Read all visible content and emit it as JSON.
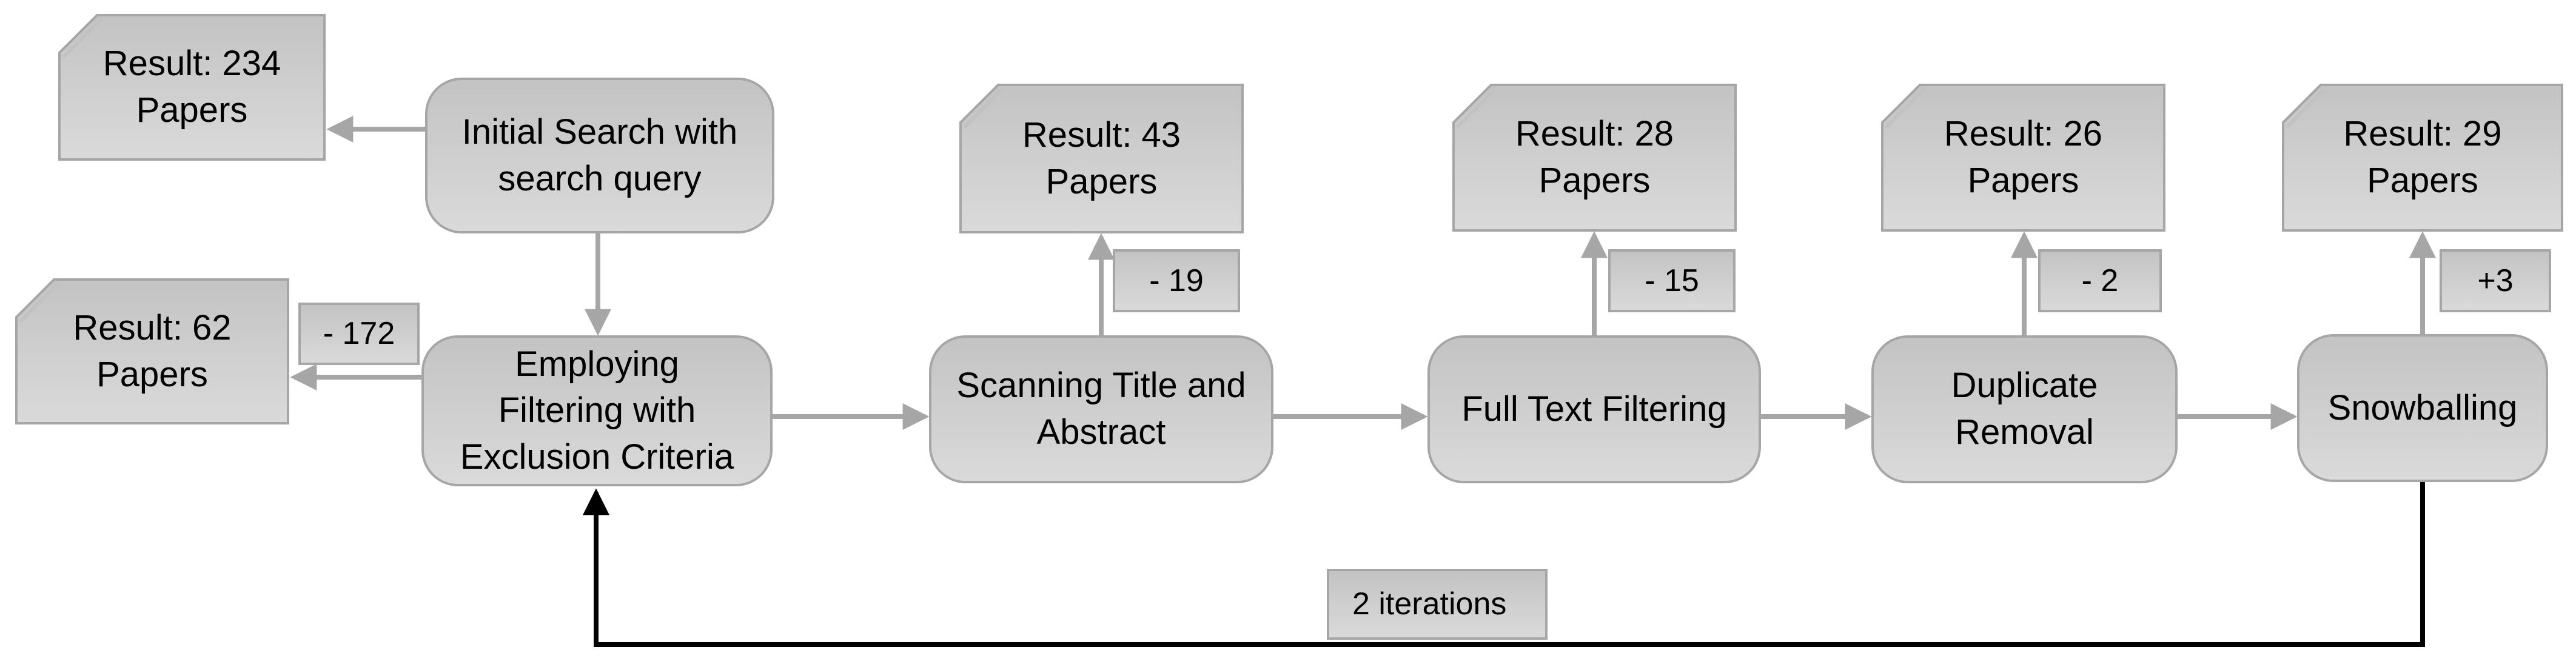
{
  "diagram": {
    "type": "flowchart",
    "nodes": {
      "result_234": {
        "label": "Result: 234\nPapers",
        "shape": "folded-note"
      },
      "initial_search": {
        "label": "Initial Search with\nsearch query",
        "shape": "rounded-rect"
      },
      "result_62": {
        "label": "Result: 62\nPapers",
        "shape": "folded-note"
      },
      "minus_172": {
        "label": "- 172",
        "shape": "rect"
      },
      "employing_filtering": {
        "label": "Employing\nFiltering with\nExclusion Criteria",
        "shape": "rounded-rect"
      },
      "result_43": {
        "label": "Result: 43\nPapers",
        "shape": "folded-note"
      },
      "minus_19": {
        "label": "- 19",
        "shape": "rect"
      },
      "scanning_title_abstract": {
        "label": "Scanning Title and\nAbstract",
        "shape": "rounded-rect"
      },
      "result_28": {
        "label": "Result: 28\nPapers",
        "shape": "folded-note"
      },
      "minus_15": {
        "label": "- 15",
        "shape": "rect"
      },
      "full_text_filtering": {
        "label": "Full Text Filtering",
        "shape": "rounded-rect"
      },
      "result_26": {
        "label": "Result: 26\nPapers",
        "shape": "folded-note"
      },
      "minus_2": {
        "label": "- 2",
        "shape": "rect"
      },
      "duplicate_removal": {
        "label": "Duplicate\nRemoval",
        "shape": "rounded-rect"
      },
      "result_29": {
        "label": "Result: 29\nPapers",
        "shape": "folded-note"
      },
      "plus_3": {
        "label": "+3",
        "shape": "rect"
      },
      "snowballing": {
        "label": "Snowballing",
        "shape": "rounded-rect"
      },
      "iterations_note": {
        "label": "2 iterations",
        "shape": "rect"
      }
    },
    "edges": [
      "initial_search -> result_234",
      "initial_search -> employing_filtering",
      "employing_filtering -> result_62 (- 172)",
      "employing_filtering -> scanning_title_abstract",
      "scanning_title_abstract -> result_43 (- 19)",
      "scanning_title_abstract -> full_text_filtering",
      "full_text_filtering -> result_28 (- 15)",
      "full_text_filtering -> duplicate_removal",
      "duplicate_removal -> result_26 (- 2)",
      "duplicate_removal -> snowballing",
      "snowballing -> result_29 (+3)",
      "snowballing -> employing_filtering (loop, 2 iterations)"
    ],
    "colors": {
      "background": "#ffffff",
      "box_border": "#a6a6a6",
      "box_fill_top": "#c3c3c3",
      "box_fill_bottom": "#dadada",
      "arrow": "#a6a6a6",
      "loop_arrow": "#000000",
      "text": "#000000"
    }
  }
}
